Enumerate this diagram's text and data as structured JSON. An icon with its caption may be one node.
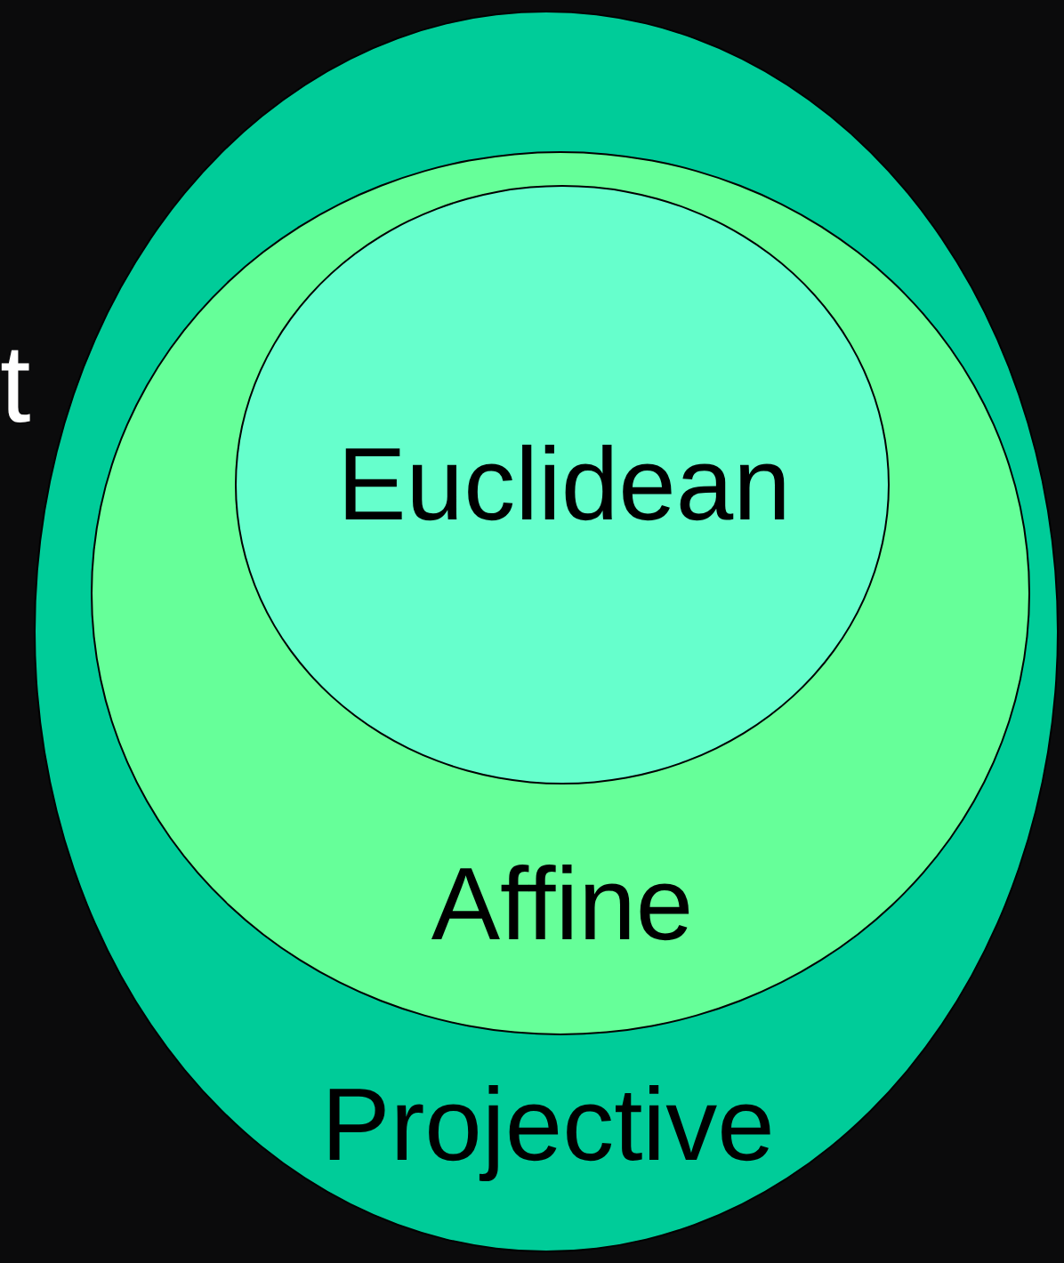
{
  "diagram": {
    "nodes": [
      {
        "text": [
          "Projective"
        ]
      },
      {
        "text": [
          "Affine"
        ],
        "in": 0
      },
      {
        "text": [
          "Euclidean"
        ],
        "in": 1
      }
    ],
    "labels": [
      "t"
    ]
  }
}
